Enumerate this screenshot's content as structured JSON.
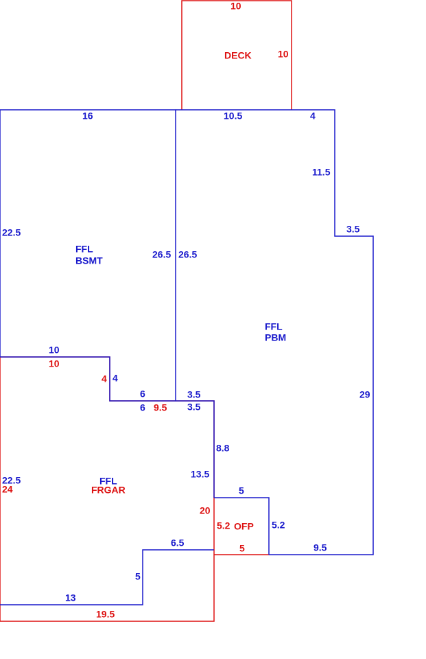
{
  "colors": {
    "blue": "#1a1acc",
    "red": "#dd1111"
  },
  "areas": {
    "deck": {
      "name": "DECK",
      "color": "red"
    },
    "bsmt": {
      "line1": "FFL",
      "line2": "BSMT",
      "color": "blue"
    },
    "pbm": {
      "line1": "FFL",
      "line2": "PBM",
      "color": "blue"
    },
    "frgar": {
      "line1": "FFL",
      "line2": "FRGAR",
      "color_line1": "blue",
      "color_line2": "red"
    },
    "ofp": {
      "name": "OFP",
      "color": "red"
    }
  },
  "dimensions": {
    "deck_top": "10",
    "deck_right": "10",
    "bsmt_top": "16",
    "bsmt_left": "22.5",
    "bsmt_right": "26.5",
    "pbm_top_a": "10.5",
    "pbm_top_b": "4",
    "pbm_step_side": "11.5",
    "pbm_step_top": "3.5",
    "pbm_left": "26.5",
    "pbm_right": "29",
    "pbm_bottom": "9.5",
    "bsmt_bottom_blue": "10",
    "gar_top_red": "10",
    "notch_red": "4",
    "notch_blue": "4",
    "step_top_blue": "6",
    "step_bottom_blue": "6",
    "step_red": "9.5",
    "step_top_b": "3.5",
    "step_bottom_b": "3.5",
    "pbm_inner_side": "8.8",
    "gar_inner_blue": "13.5",
    "gar_inner_red": "20",
    "ofp_top": "5",
    "ofp_left": "5.2",
    "ofp_right": "5.2",
    "ofp_bottom": "5",
    "gar_left_blue": "22.5",
    "gar_left_red": "24",
    "inner_step_top": "6.5",
    "inner_step_side": "5",
    "gar_bottom_blue": "13",
    "gar_bottom_red": "19.5"
  }
}
